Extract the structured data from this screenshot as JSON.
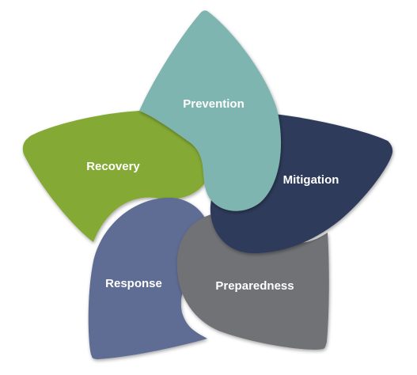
{
  "diagram": {
    "petals": [
      {
        "label": "Prevention",
        "color": "#7fb5b0"
      },
      {
        "label": "Mitigation",
        "color": "#2f3b5a"
      },
      {
        "label": "Preparedness",
        "color": "#707276"
      },
      {
        "label": "Response",
        "color": "#5f6c93"
      },
      {
        "label": "Recovery",
        "color": "#84a934"
      }
    ]
  }
}
